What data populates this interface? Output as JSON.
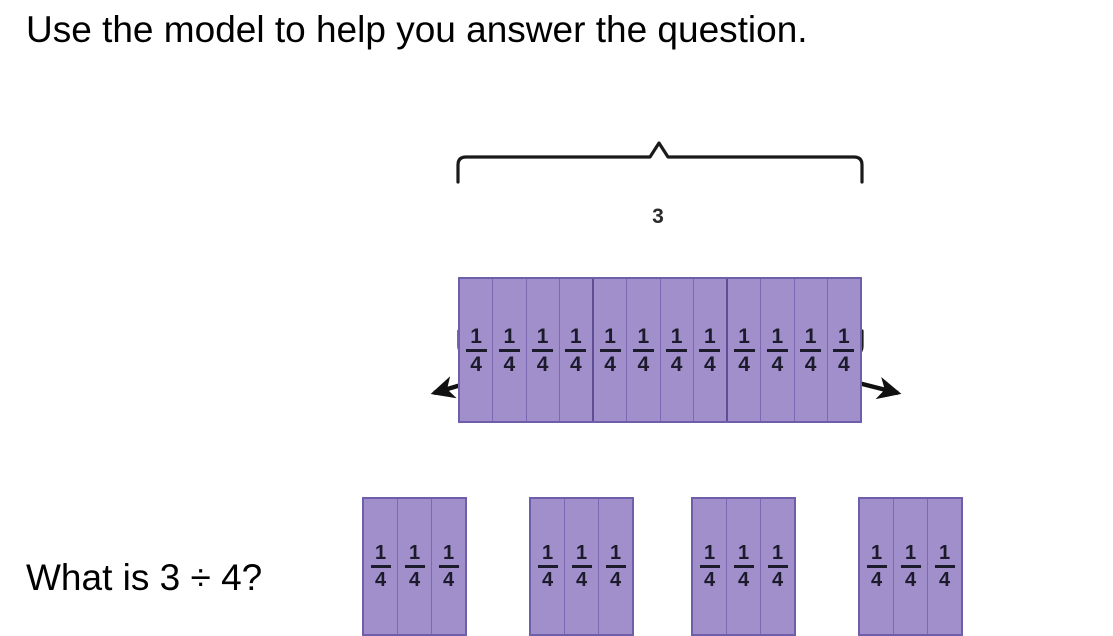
{
  "page": {
    "background_color": "#ffffff",
    "prompt_top": "Use the model to help you answer the question.",
    "prompt_bottom": "What is 3 ÷ 4?"
  },
  "colors": {
    "bar_fill": "#a18fcc",
    "bar_border": "#6f5ea9",
    "cell_divider": "#7b6ab3",
    "group_divider": "#5e4e96",
    "fraction_text": "#1b1b2b",
    "bracket_stroke": "#1a1a1a",
    "arrow_stroke": "#111111",
    "text": "#000000"
  },
  "diagram": {
    "type": "fraction-division-model",
    "top_bracket": {
      "label": "3",
      "spans_units": 3,
      "notch_direction": "up"
    },
    "main_bar": {
      "name": "three-wholes-bar",
      "total_cells": 12,
      "wholes": 3,
      "cells_per_whole": 4,
      "cells": [
        {
          "numerator": "1",
          "denominator": "4"
        },
        {
          "numerator": "1",
          "denominator": "4"
        },
        {
          "numerator": "1",
          "denominator": "4"
        },
        {
          "numerator": "1",
          "denominator": "4"
        },
        {
          "numerator": "1",
          "denominator": "4"
        },
        {
          "numerator": "1",
          "denominator": "4"
        },
        {
          "numerator": "1",
          "denominator": "4"
        },
        {
          "numerator": "1",
          "denominator": "4"
        },
        {
          "numerator": "1",
          "denominator": "4"
        },
        {
          "numerator": "1",
          "denominator": "4"
        },
        {
          "numerator": "1",
          "denominator": "4"
        },
        {
          "numerator": "1",
          "denominator": "4"
        }
      ]
    },
    "bottom_brackets": {
      "count": 4,
      "notch_direction": "down",
      "cells_each": 3
    },
    "arrows": [
      {
        "direction": "down-left",
        "target": "share-group-1"
      },
      {
        "direction": "down-left",
        "target": "share-group-2"
      },
      {
        "direction": "down-right",
        "target": "share-group-3"
      },
      {
        "direction": "down-right",
        "target": "share-group-4"
      }
    ],
    "share_groups": [
      {
        "name": "share-group-1",
        "cells": [
          {
            "numerator": "1",
            "denominator": "4"
          },
          {
            "numerator": "1",
            "denominator": "4"
          },
          {
            "numerator": "1",
            "denominator": "4"
          }
        ]
      },
      {
        "name": "share-group-2",
        "cells": [
          {
            "numerator": "1",
            "denominator": "4"
          },
          {
            "numerator": "1",
            "denominator": "4"
          },
          {
            "numerator": "1",
            "denominator": "4"
          }
        ]
      },
      {
        "name": "share-group-3",
        "cells": [
          {
            "numerator": "1",
            "denominator": "4"
          },
          {
            "numerator": "1",
            "denominator": "4"
          },
          {
            "numerator": "1",
            "denominator": "4"
          }
        ]
      },
      {
        "name": "share-group-4",
        "cells": [
          {
            "numerator": "1",
            "denominator": "4"
          },
          {
            "numerator": "1",
            "denominator": "4"
          },
          {
            "numerator": "1",
            "denominator": "4"
          }
        ]
      }
    ]
  }
}
